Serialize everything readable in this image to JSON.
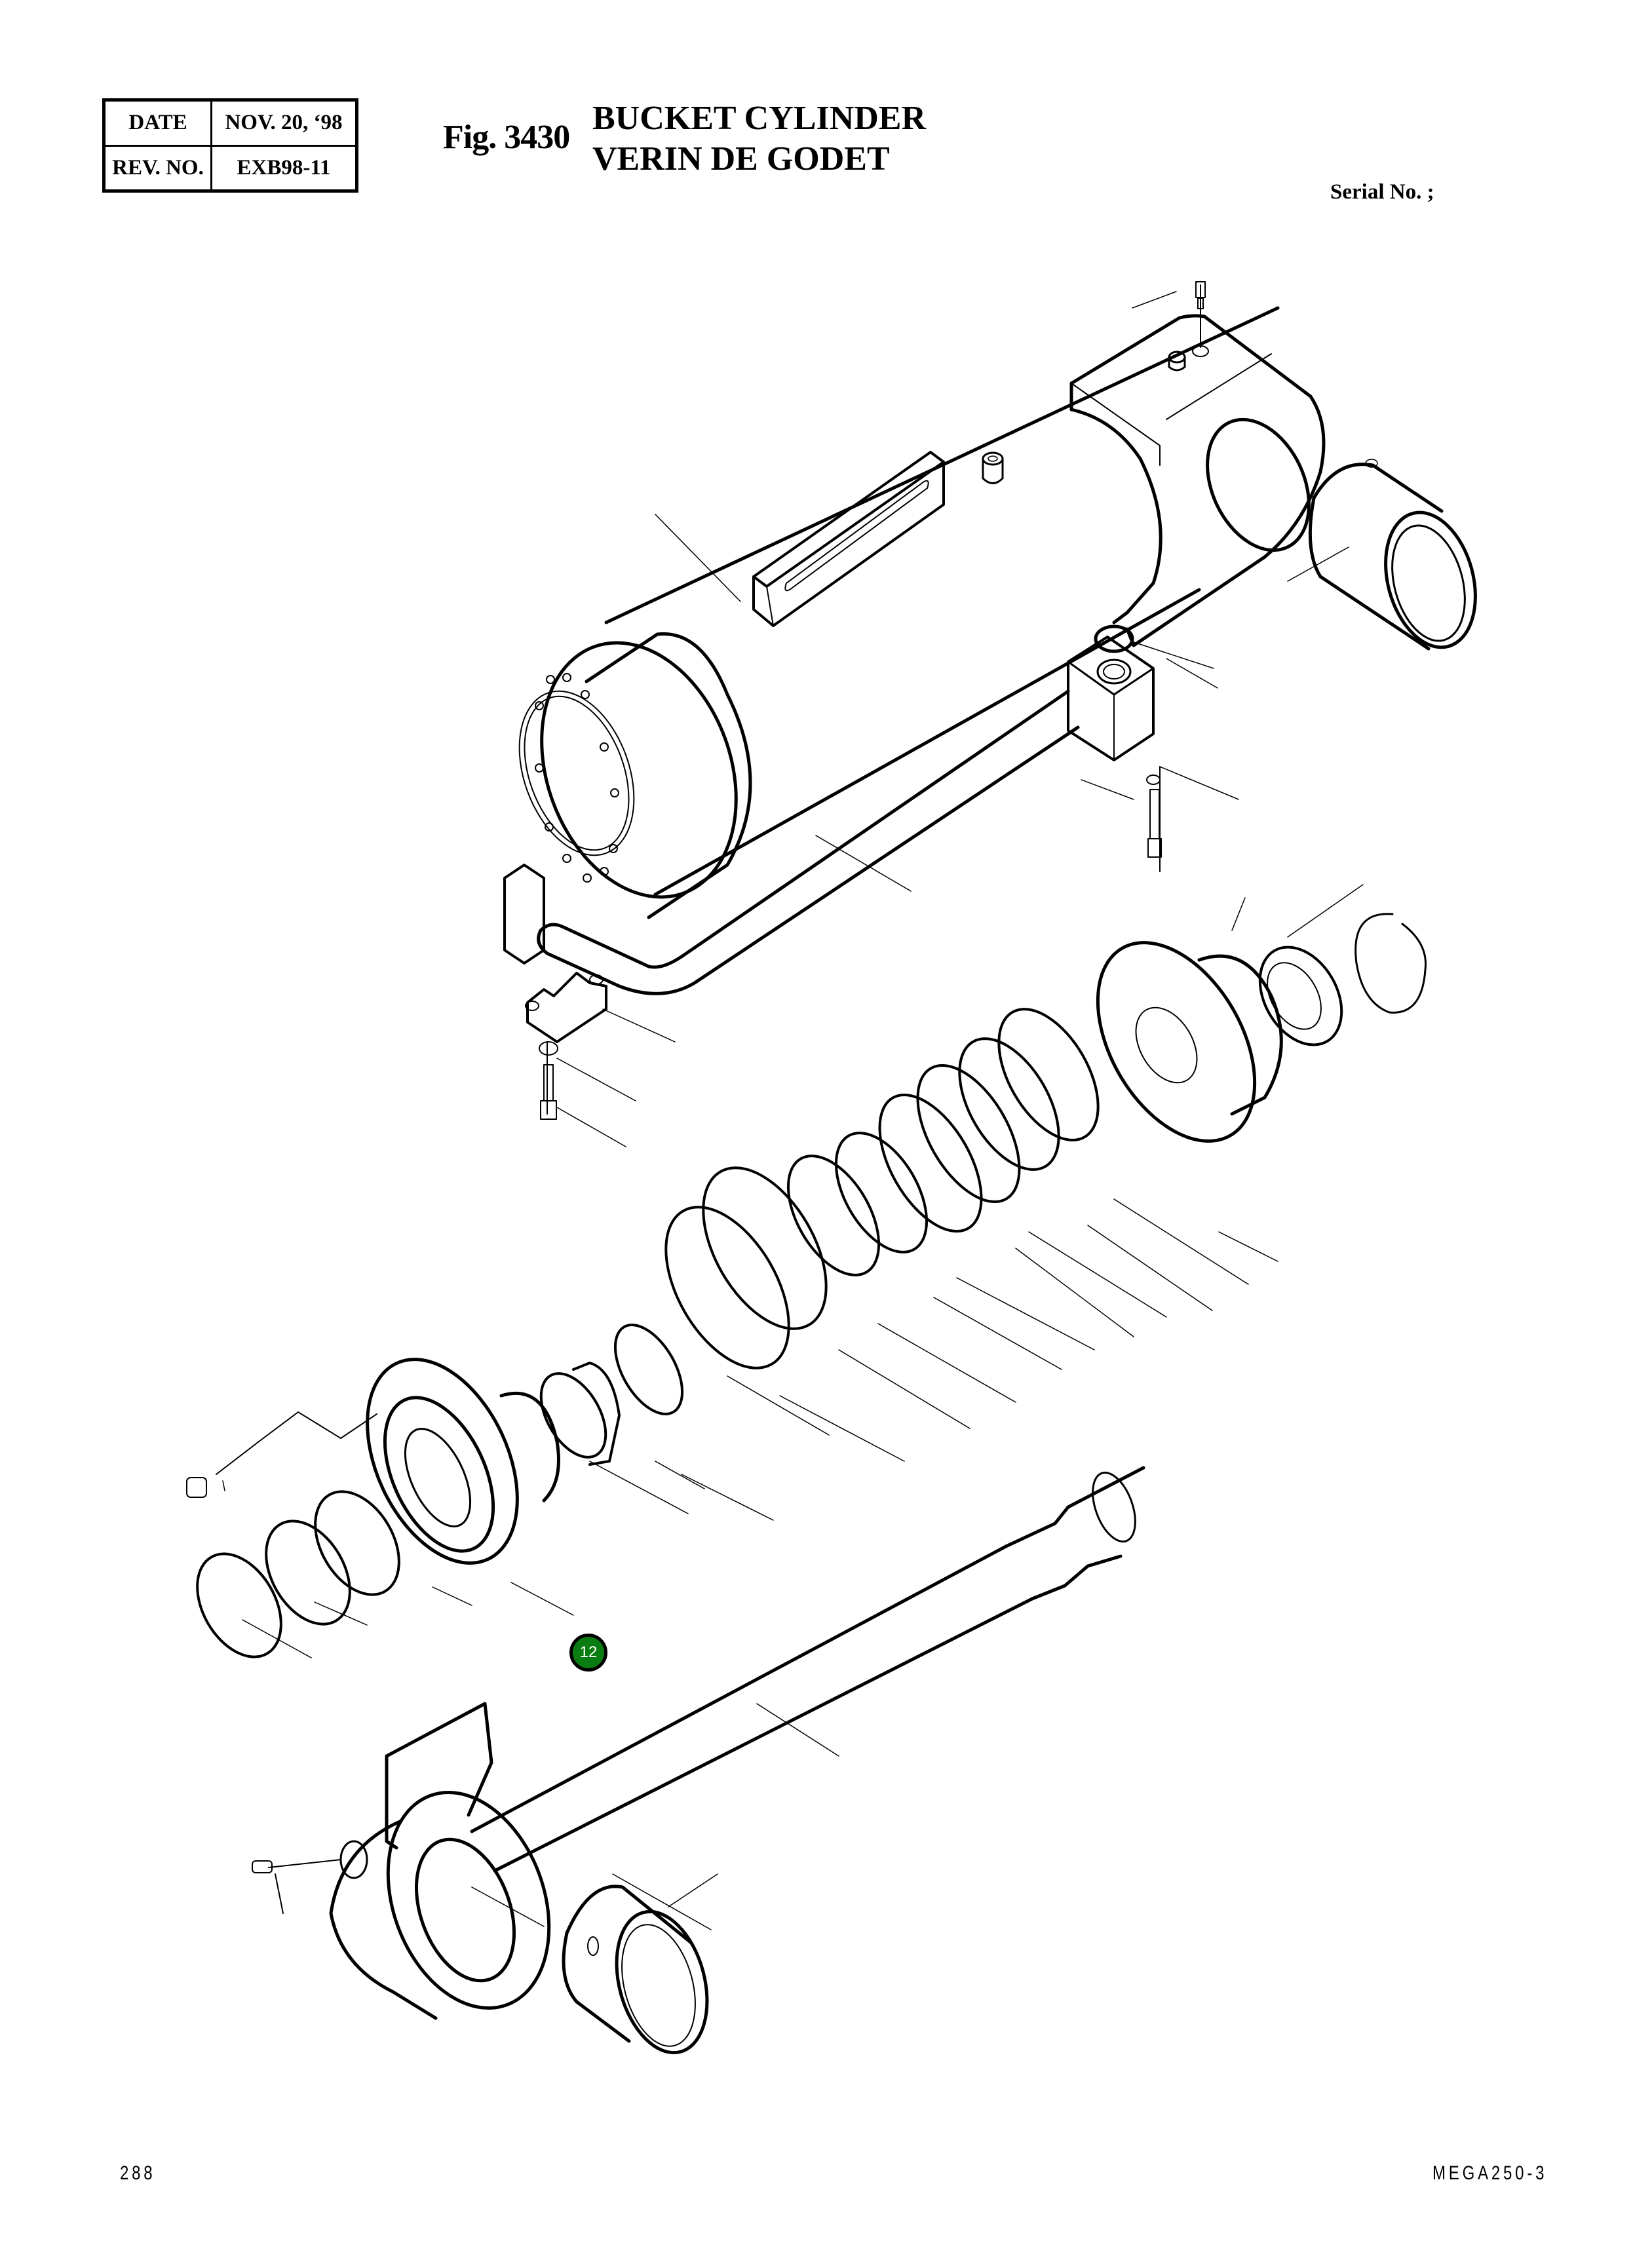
{
  "header": {
    "rev_table": {
      "date_label": "DATE",
      "date_value": "NOV. 20, ‘98",
      "rev_label": "REV. NO.",
      "rev_value": "EXB98-11"
    },
    "figure_number": "Fig. 3430",
    "title_en": "BUCKET CYLINDER",
    "title_fr": "VERIN DE GODET",
    "serial_label": "Serial No. ;"
  },
  "diagram": {
    "subject": "Bucket cylinder exploded view",
    "callouts": [
      {
        "label": "12",
        "color": "#0a7d12",
        "text_color": "#ffffff",
        "target": "cylinder-head-flange"
      }
    ],
    "line_color": "#000000"
  },
  "footer": {
    "page_number": "288",
    "model": "MEGA250-3"
  }
}
